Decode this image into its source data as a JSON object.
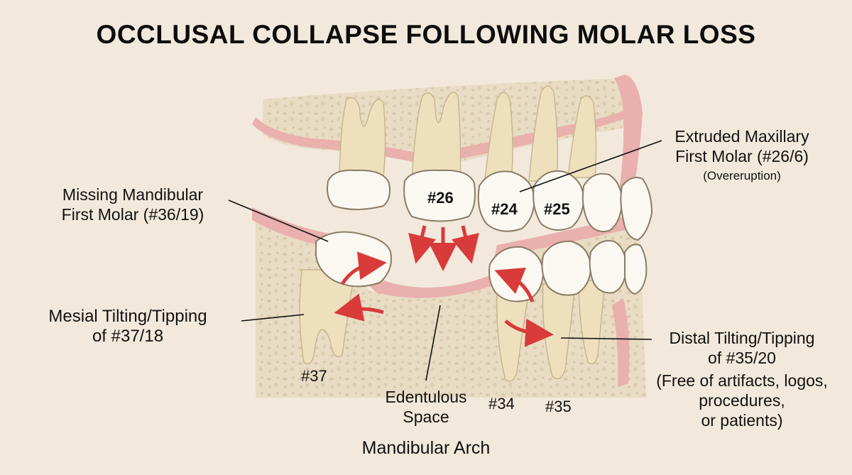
{
  "title": "OCCLUSAL COLLAPSE FOLLOWING MOLAR LOSS",
  "labels": {
    "extruded_line1": "Extruded Maxillary",
    "extruded_line2": "First Molar (#26/6)",
    "extruded_line3": "(Overeruption)",
    "missing_line1": "Missing Mandibular",
    "missing_line2": "First Molar (#36/19)",
    "mesial_line1": "Mesial Tilting/Tipping",
    "mesial_line2": "of #37/18",
    "distal_line1": "Distal Tilting/Tipping",
    "distal_line2": "of #35/20",
    "distal_note1": "(Free of artifacts, logos, procedures,",
    "distal_note2": "or patients)",
    "edentulous_line1": "Edentulous",
    "edentulous_line2": "Space",
    "arch": "Mandibular Arch"
  },
  "teeth": {
    "t26": "#26",
    "t24": "#24",
    "t25": "#25",
    "t37": "#37",
    "t34": "#34",
    "t35": "#35"
  },
  "colors": {
    "background": "#f2e9dc",
    "gum": "#eab0ad",
    "bone": "#e9dcc3",
    "tooth": "#fbf8f2",
    "root": "#efe0bd",
    "arrow": "#d93a3a"
  }
}
